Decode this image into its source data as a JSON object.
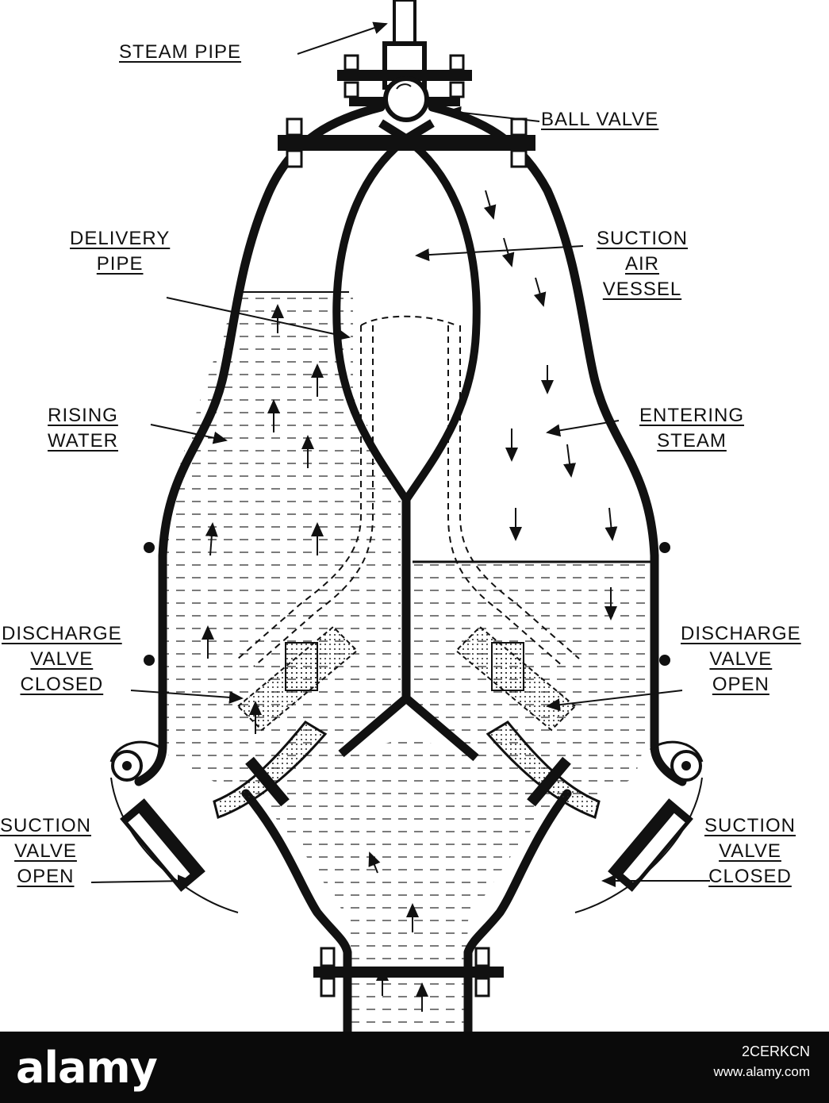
{
  "labels": {
    "steam_pipe": [
      "STEAM PIPE"
    ],
    "ball_valve": [
      "BALL VALVE"
    ],
    "delivery_pipe": [
      "DELIVERY",
      "PIPE"
    ],
    "suction_air_vessel": [
      "SUCTION",
      "AIR",
      "VESSEL"
    ],
    "rising_water": [
      "RISING",
      "WATER"
    ],
    "entering_steam": [
      "ENTERING",
      "STEAM"
    ],
    "discharge_valve_closed": [
      "DISCHARGE",
      "VALVE",
      "CLOSED"
    ],
    "discharge_valve_open": [
      "DISCHARGE",
      "VALVE",
      "OPEN"
    ],
    "suction_valve_open": [
      "SUCTION",
      "VALVE",
      "OPEN"
    ],
    "suction_valve_closed": [
      "SUCTION",
      "VALVE",
      "CLOSED"
    ]
  },
  "footer": {
    "logo": "alamy",
    "image_id": "2CERKCN",
    "site": "www.alamy.com"
  },
  "colors": {
    "ink": "#111111",
    "footer_bg": "#0a0a0a",
    "footer_text": "#ffffff"
  }
}
